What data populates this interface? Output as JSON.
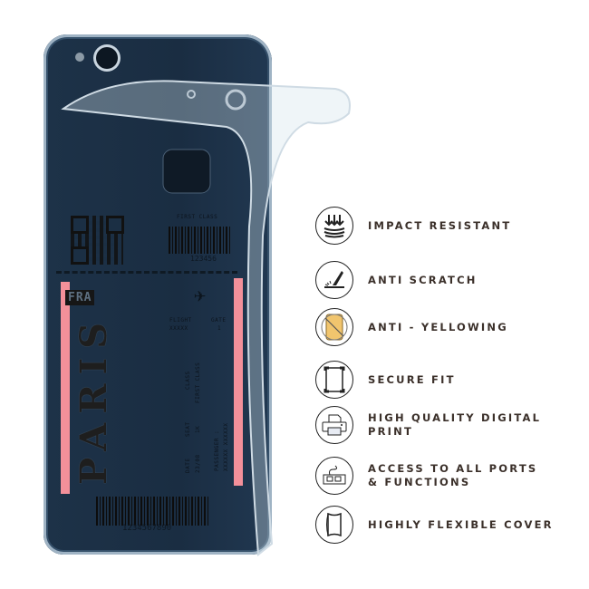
{
  "product": {
    "design": {
      "ticket_class": "FIRST CLASS",
      "ticket_number": "123456",
      "origin_code": "FRA",
      "destination": "PARIS",
      "flight_label": "FLIGHT",
      "flight_value": "XXXXX",
      "gate_label": "GATE",
      "gate_value": "1",
      "class_label": "CLASS",
      "class_value": "FIRST CLASS",
      "seat_label": "SEAT",
      "seat_value": "1K",
      "date_label": "DATE",
      "date_value": "23/08",
      "passenger_label": "PASSENGER :",
      "passenger_value": "XXXXXX XXXXXX",
      "barcode_number": "1234567890",
      "accent_color": "#f3909a",
      "phone_color": "#1b2f44"
    }
  },
  "features": [
    {
      "label": "IMPACT RESISTANT",
      "icon": "impact-arrows-icon"
    },
    {
      "label": "ANTI SCRATCH",
      "icon": "blade-scratch-icon"
    },
    {
      "label": "ANTI - YELLOWING",
      "icon": "no-yellow-icon"
    },
    {
      "label": "SECURE FIT",
      "icon": "case-corners-icon"
    },
    {
      "label": "HIGH QUALITY DIGITAL PRINT",
      "icon": "printer-icon"
    },
    {
      "label": "ACCESS TO ALL PORTS",
      "label2": "& FUNCTIONS",
      "icon": "ports-icon"
    },
    {
      "label": "HIGHLY FLEXIBLE COVER",
      "icon": "flexible-cover-icon"
    }
  ]
}
